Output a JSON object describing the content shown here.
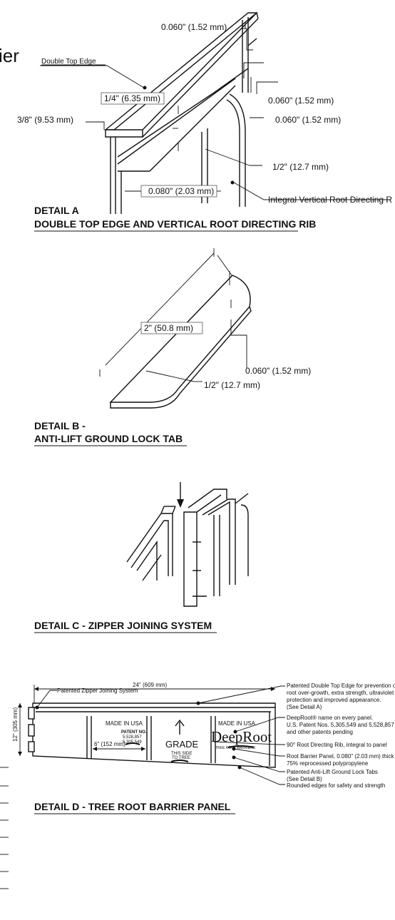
{
  "page_title_fragment": "ier",
  "detail_a": {
    "heading": "DETAIL  A",
    "subheading": "DOUBLE TOP EDGE AND VERTICAL ROOT DIRECTING RIB",
    "label_double_top_edge": "Double Top Edge",
    "dim_top": "0.060\" (1.52 mm)",
    "dim_quarter": "1/4\" (6.35 mm)",
    "dim_three_eighths": "3/8\" (9.53 mm)",
    "dim_right1": "0.060\" (1.52 mm)",
    "dim_right2": "0.060\" (1.52 mm)",
    "dim_half": "1/2\" (12.7 mm)",
    "dim_thickness": "0.080\" (2.03 mm)",
    "label_rib": "Integral Vertical Root Directing R"
  },
  "detail_b": {
    "heading": "DETAIL  B -",
    "subheading": "ANTI-LIFT GROUND LOCK TAB",
    "dim_length": "2\" (50.8 mm)",
    "dim_thickness": "0.060\" (1.52 mm)",
    "dim_width": "1/2\" (12.7 mm)"
  },
  "detail_c": {
    "heading": "DETAIL  C - ZIPPER JOINING SYSTEM"
  },
  "detail_d": {
    "heading": "DETAIL  D - TREE ROOT BARRIER PANEL",
    "dim_width": "24\" (609 mm)",
    "dim_height": "12\" (305 mm)",
    "dim_rib_spacing": "6\" (152 mm)",
    "label_zipper": "Patented Zipper Joining System",
    "made_in_usa_1": "MADE IN USA",
    "made_in_usa_2": "MADE IN USA",
    "patent_line1": "PATENT NO.",
    "patent_line2": "5,528,857",
    "patent_line3": "5,305,549",
    "grade": "GRADE",
    "this_side_1": "THIS SIDE",
    "this_side_2": "TO TREE",
    "brand": "DeepRoot",
    "brand_sub": "TREE ROOT BARRIERS",
    "callouts": [
      "Patented Double Top Edge for prevention of",
      "root over-growth, extra strength, ultraviolet",
      "protection and improved appearance.",
      "(See Detail A)",
      "DeepRoot® name on every panel.",
      "U.S. Patent Nos. 5,305,549 and 5,528,857",
      "and other patents pending",
      "90° Root Directing Rib, integral to panel",
      "Root Barrier Panel, 0.080\" (2.03 mm) thick",
      "75% reprocessed polypropylene",
      "Patented  Anti-Lift Ground Lock Tabs",
      "(See Detail B)",
      "Rounded edges for safety and strength"
    ]
  }
}
